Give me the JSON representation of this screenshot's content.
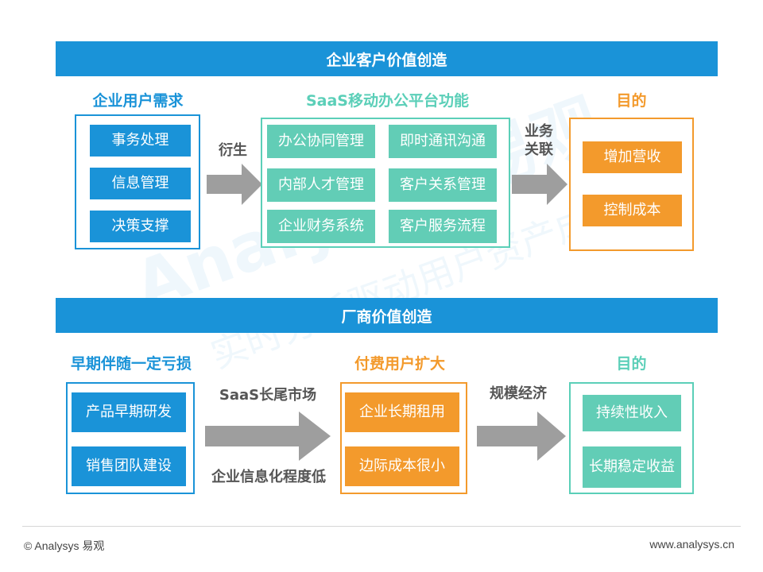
{
  "section1": {
    "banner": "企业客户价值创造",
    "left": {
      "heading": "企业用户需求",
      "items": [
        "事务处理",
        "信息管理",
        "决策支撑"
      ]
    },
    "arrow1_label": "衍生",
    "middle": {
      "heading": "SaaS移动办公平台功能",
      "items": [
        "办公协同管理",
        "即时通讯沟通",
        "内部人才管理",
        "客户关系管理",
        "企业财务系统",
        "客户服务流程"
      ]
    },
    "arrow2_label_line1": "业务",
    "arrow2_label_line2": "关联",
    "right": {
      "heading": "目的",
      "items": [
        "增加营收",
        "控制成本"
      ]
    }
  },
  "section2": {
    "banner": "厂商价值创造",
    "left": {
      "heading": "早期伴随一定亏损",
      "items": [
        "产品早期研发",
        "销售团队建设"
      ]
    },
    "arrow1_label_top": "SaaS长尾市场",
    "arrow1_label_bottom": "企业信息化程度低",
    "middle": {
      "heading": "付费用户扩大",
      "items": [
        "企业长期租用",
        "边际成本很小"
      ]
    },
    "arrow2_label": "规模经济",
    "right": {
      "heading": "目的",
      "items": [
        "持续性收入",
        "长期稳定收益"
      ]
    }
  },
  "watermark": {
    "line1": "Analysys 易观",
    "line2": "实时分析驱动用户资产成长"
  },
  "footer": {
    "left": "© Analysys 易观",
    "right": "www.analysys.cn"
  },
  "colors": {
    "blue": "#1a93d8",
    "teal": "#5bcfb8",
    "orange": "#f39a2c",
    "arrow": "#9e9e9e"
  }
}
